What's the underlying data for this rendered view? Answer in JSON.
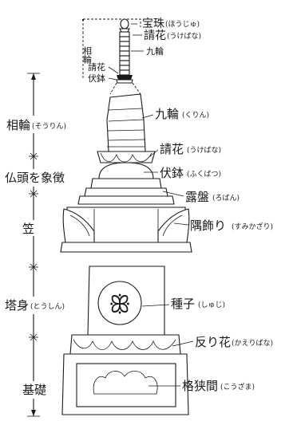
{
  "inset_labels": {
    "houju": "宝珠",
    "houju_reading": "(ほうじゅ)",
    "ukebana": "請花",
    "ukebana_reading": "(うけばな)",
    "kurin": "九輪",
    "souren": "相輪",
    "small_ukebana": "請花",
    "small_fukubachi": "伏鉢"
  },
  "left_sections": {
    "sourin": "相輪",
    "sourin_reading": "(そうりん)",
    "butto": "仏頭を象徴",
    "kasa": "笠",
    "toushin": "塔身",
    "toushin_reading": "(とうしん)",
    "kiso": "基礎"
  },
  "right_labels": {
    "kurin": "九輪",
    "kurin_reading": "(くりん)",
    "ukebana": "請花",
    "ukebana_reading": "(うけばな)",
    "fukubachi": "伏鉢",
    "fukubachi_reading": "(ふくばつ)",
    "roban": "露盤",
    "roban_reading": "(ろばん)",
    "sumikazari": "隅飾り",
    "sumikazari_reading": "(すみかざり)",
    "shuji": "種子",
    "shuji_reading": "(しゅじ)",
    "sorihana": "反り花",
    "sorihana_reading": "(かえりばな)",
    "koushima": "格狭間",
    "koushima_reading": "(こうざま)"
  },
  "seed_glyph": "ꕥ"
}
